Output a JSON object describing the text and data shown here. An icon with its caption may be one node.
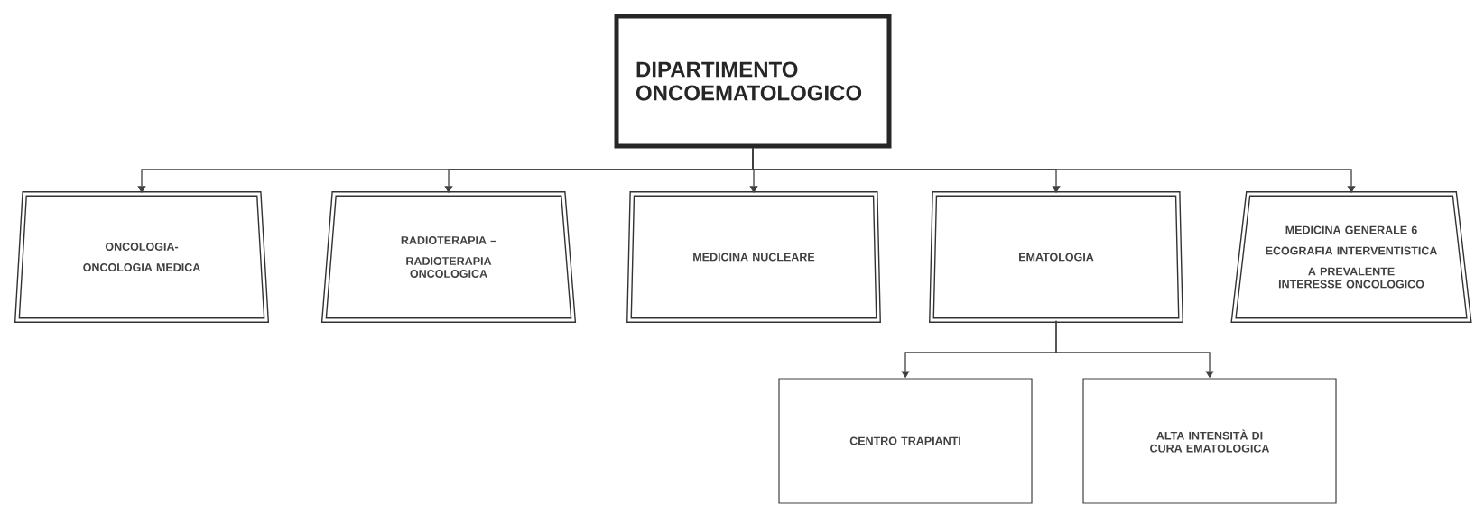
{
  "diagram": {
    "nodes": [
      {
        "text": [
          "DIPARTIMENTO ONCOEMATOLOGICO"
        ]
      },
      {
        "text": [
          "ONCOLOGIA-",
          "ONCOLOGIA MEDICA"
        ]
      },
      {
        "text": [
          "RADIOTERAPIA –",
          "RADIOTERAPIA ONCOLOGICA"
        ]
      },
      {
        "text": [
          "MEDICINA NUCLEARE"
        ]
      },
      {
        "text": [
          "EMATOLOGIA"
        ]
      },
      {
        "text": [
          "MEDICINA GENERALE 6",
          "ECOGRAFIA INTERVENTISTICA",
          "A PREVALENTE INTERESSE ONCOLOGICO"
        ]
      },
      {
        "text": [
          "CENTRO TRAPIANTI"
        ]
      },
      {
        "text": [
          "ALTA INTENSITÀ DI CURA EMATOLOGICA"
        ]
      }
    ],
    "edges": [
      {
        "from": 0,
        "to": 1,
        "arrow": "to"
      },
      {
        "from": 0,
        "to": 2,
        "arrow": "to"
      },
      {
        "from": 0,
        "to": 3,
        "arrow": "to"
      },
      {
        "from": 0,
        "to": 4,
        "arrow": "to"
      },
      {
        "from": 0,
        "to": 5,
        "arrow": "to"
      },
      {
        "from": 4,
        "to": 6,
        "arrow": "to"
      },
      {
        "from": 4,
        "to": 7,
        "arrow": "to"
      }
    ]
  }
}
